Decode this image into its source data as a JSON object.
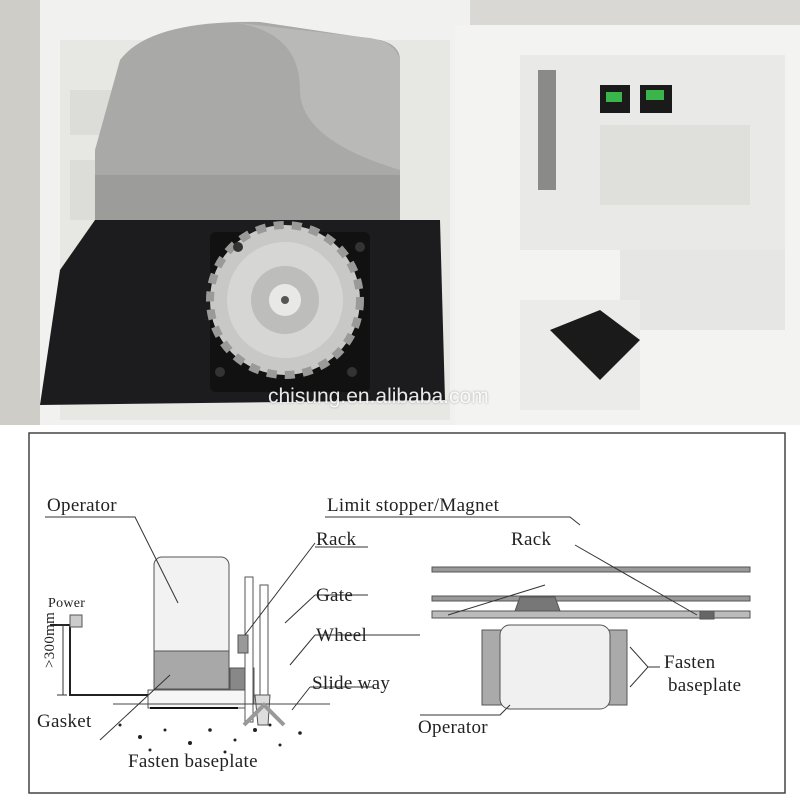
{
  "photo": {
    "watermark": "chisung.en.alibaba.com"
  },
  "diagram": {
    "side_view": {
      "operator": "Operator",
      "limit_stopper": "Limit stopper/Magnet",
      "rack": "Rack",
      "gate": "Gate",
      "wheel": "Wheel",
      "slide_way": "Slide way",
      "power": "Power",
      "height": ">300mm",
      "gasket": "Gasket",
      "fasten_baseplate": "Fasten baseplate"
    },
    "top_view": {
      "rack": "Rack",
      "fasten_baseplate_line1": "Fasten",
      "fasten_baseplate_line2": "baseplate",
      "operator": "Operator"
    }
  }
}
